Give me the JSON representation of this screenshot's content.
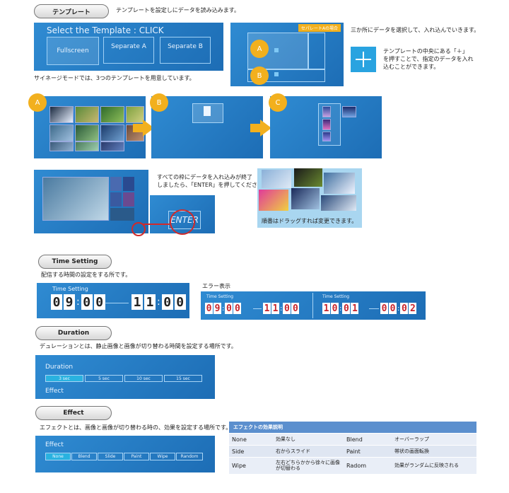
{
  "template_section": {
    "heading": "テンプレート",
    "desc": "テンプレートを設定しにデータを読み込みます。",
    "screen_title": "Select the Template : CLICK",
    "options": [
      "Fullscreen",
      "Separate A",
      "Separate B"
    ],
    "caption": "サイネージモードでは、3つのテンプレートを用意しています。",
    "layout_tag": "セパレートAの場合",
    "layout_labels": [
      "A",
      "B"
    ],
    "right_desc": "三か所にデータを選択して、入れ込んでいきます。",
    "plus_desc_lines": [
      "テンプレートの中央にある「＋」",
      "を押すことで、指定のデータを入れ",
      "込むことができます。"
    ],
    "flow_labels": [
      "A",
      "B",
      "C"
    ],
    "finish_lines": [
      "すべての枠にデータを入れ込みが終了",
      "しましたら、「ENTER」を押してください。"
    ],
    "enter_label": "ENTER",
    "drag_caption": "順番はドラッグすれば変更できます。"
  },
  "time_section": {
    "heading": "Time Setting",
    "desc": "配信する時間の設定をする所です。",
    "panel_label": "Time Setting",
    "start": [
      "0",
      "9",
      "0",
      "0"
    ],
    "end": [
      "1",
      "1",
      "0",
      "0"
    ],
    "error_heading": "エラー表示",
    "error_start_a": [
      "0",
      "9",
      "0",
      "0"
    ],
    "error_end_a": [
      "1",
      "1",
      "0",
      "0"
    ],
    "error_start_b": [
      "1",
      "0",
      "0",
      "1"
    ],
    "error_end_b": [
      "0",
      "0",
      "0",
      "2"
    ],
    "colors": {
      "error_digit": "#c8242b",
      "normal_digit": "#1a1a1a"
    }
  },
  "duration_section": {
    "heading": "Duration",
    "desc": "デュレーションとは、静止画像と画像が切り替わる時間を設定する場所です。",
    "panel_label": "Duration",
    "options": [
      "3 sec",
      "5 sec",
      "10 sec",
      "15 sec"
    ],
    "next_label": "Effect"
  },
  "effect_section": {
    "heading": "Effect",
    "desc": "エフェクトとは、画像と画像が切り替わる時の、効果を設定する場所です。",
    "panel_label": "Effect",
    "options": [
      "None",
      "Blend",
      "Slide",
      "Paint",
      "Wipe",
      "Random"
    ],
    "table_title": "エフェクトの効果説明",
    "table_rows": [
      {
        "k1": "None",
        "v1": "効果なし",
        "k2": "Blend",
        "v2": "オーバーラップ"
      },
      {
        "k1": "Side",
        "v1": "右からスライド",
        "k2": "Paint",
        "v2": "帯状の画面転換"
      },
      {
        "k1": "Wipe",
        "v1": "左右どちらかから徐々に画像が切替わる",
        "k2": "Radom",
        "v2": "効果がランダムに反映される"
      }
    ]
  },
  "colors": {
    "accent": "#f2b01e",
    "panel_blue": "#1f74bb",
    "highlight": "#29b2e0",
    "table_head": "#5b8fce"
  }
}
